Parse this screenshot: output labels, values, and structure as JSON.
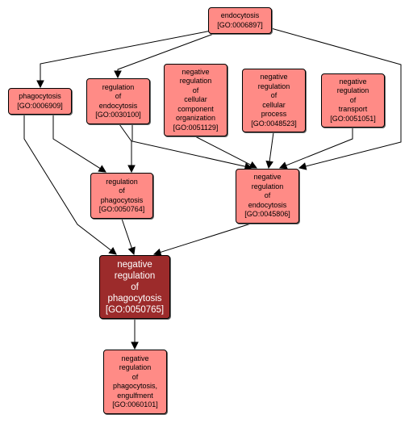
{
  "nodes": {
    "endocytosis": {
      "label": "endocytosis\n[GO:0006897]",
      "color": "#ff8b86"
    },
    "phagocytosis": {
      "label": "phagocytosis\n[GO:0006909]",
      "color": "#ff8b86"
    },
    "reg_endocytosis": {
      "label": "regulation\nof\nendocytosis\n[GO:0030100]",
      "color": "#ff8b86"
    },
    "neg_reg_ccorg": {
      "label": "negative\nregulation\nof\ncellular\ncomponent\norganization\n[GO:0051129]",
      "color": "#ff8b86"
    },
    "neg_reg_cproc": {
      "label": "negative\nregulation\nof\ncellular\nprocess\n[GO:0048523]",
      "color": "#ff8b86"
    },
    "neg_reg_transport": {
      "label": "negative\nregulation\nof\ntransport\n[GO:0051051]",
      "color": "#ff8b86"
    },
    "reg_phagocytosis": {
      "label": "regulation\nof\nphagocytosis\n[GO:0050764]",
      "color": "#ff8b86"
    },
    "neg_reg_endocytosis": {
      "label": "negative\nregulation\nof\nendocytosis\n[GO:0045806]",
      "color": "#ff8b86"
    },
    "neg_reg_phagocytosis": {
      "label": "negative\nregulation\nof\nphagocytosis\n[GO:0050765]",
      "color": "#9c2b2b"
    },
    "neg_reg_phago_engulf": {
      "label": "negative\nregulation\nof\nphagocytosis,\nengulfment\n[GO:0060101]",
      "color": "#ff8b86"
    }
  },
  "edges": [
    [
      "endocytosis",
      "phagocytosis"
    ],
    [
      "endocytosis",
      "reg_endocytosis"
    ],
    [
      "endocytosis",
      "neg_reg_endocytosis"
    ],
    [
      "phagocytosis",
      "reg_phagocytosis"
    ],
    [
      "phagocytosis",
      "neg_reg_phagocytosis"
    ],
    [
      "reg_endocytosis",
      "reg_phagocytosis"
    ],
    [
      "reg_endocytosis",
      "neg_reg_endocytosis"
    ],
    [
      "neg_reg_ccorg",
      "neg_reg_endocytosis"
    ],
    [
      "neg_reg_cproc",
      "neg_reg_endocytosis"
    ],
    [
      "neg_reg_transport",
      "neg_reg_endocytosis"
    ],
    [
      "reg_phagocytosis",
      "neg_reg_phagocytosis"
    ],
    [
      "neg_reg_endocytosis",
      "neg_reg_phagocytosis"
    ],
    [
      "neg_reg_phagocytosis",
      "neg_reg_phago_engulf"
    ]
  ]
}
